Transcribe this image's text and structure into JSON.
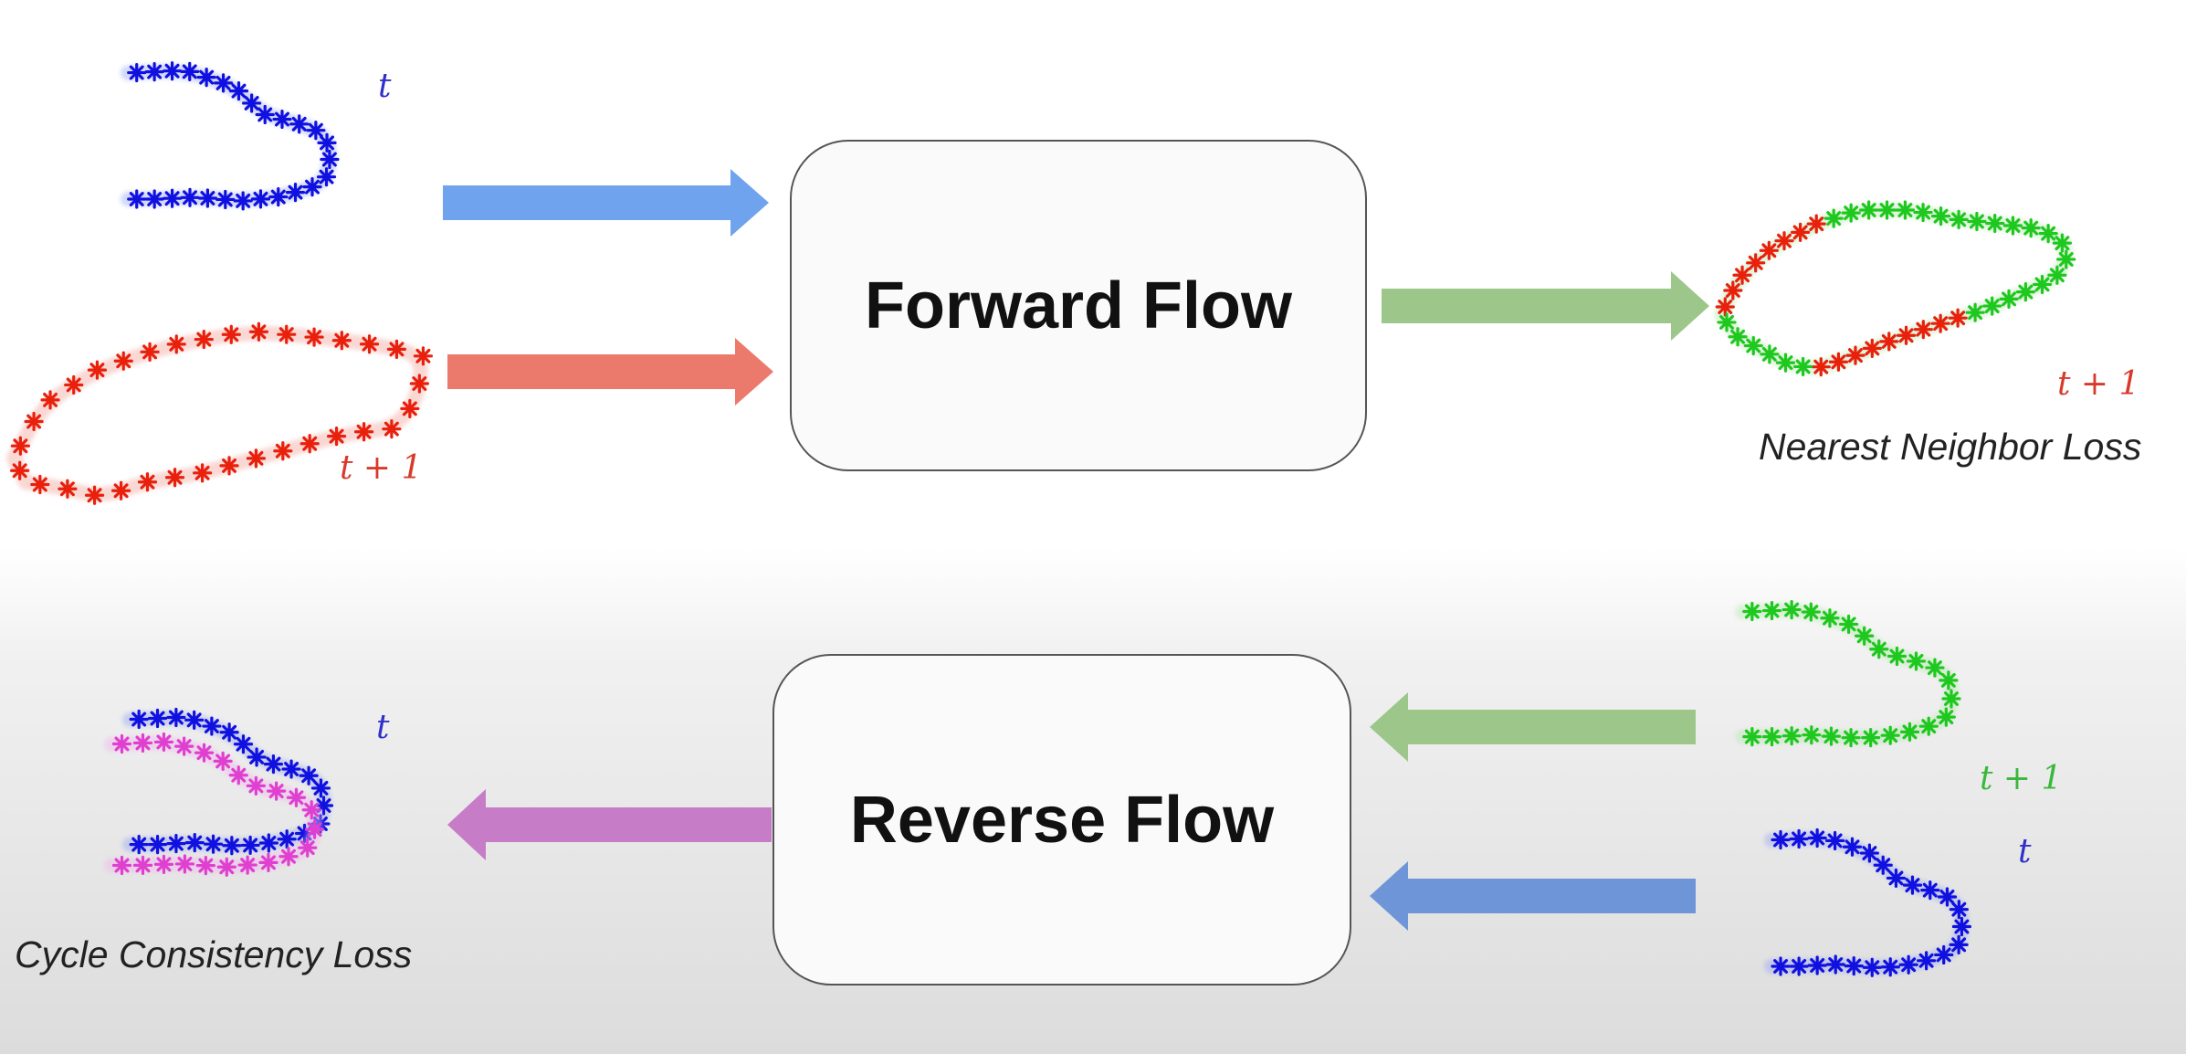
{
  "forward_flow": {
    "label": "Forward Flow"
  },
  "reverse_flow": {
    "label": "Reverse Flow"
  },
  "losses": {
    "nearest_neighbor": "Nearest Neighbor Loss",
    "cycle_consistency": "Cycle Consistency Loss"
  },
  "point_cloud_labels": {
    "t": "t",
    "t_plus_1": "t + 1"
  },
  "colors": {
    "frame_t": "#1010e0",
    "frame_t_plus_1": "#e8200c",
    "predicted": "#1ec81e",
    "reconstructed": "#e040d0",
    "arrow_blue": "#6fa3ee",
    "arrow_red": "#ec7a6c",
    "arrow_green": "#9dc78a",
    "arrow_purple": "#c77cc8"
  }
}
